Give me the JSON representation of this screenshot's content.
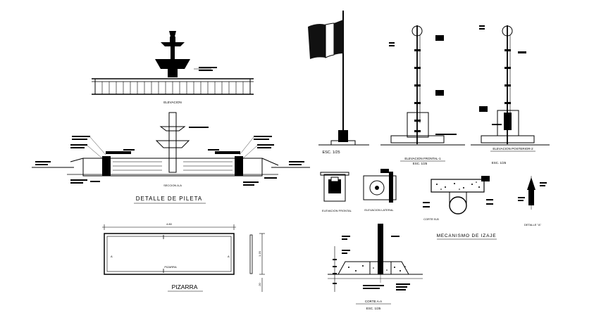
{
  "fountain": {
    "elevation_caption": "ELEVACION",
    "section_caption": "SECCION A-A",
    "detail_title": "DETALLE DE PILETA"
  },
  "flag": {
    "scale_label": "ESC. 1/25"
  },
  "poles": {
    "front_caption": "ELEVACION FRONTAL-1",
    "rear_caption": "ELEVACION POSTERIOR-2",
    "front_scale": "ESC. 1/25",
    "rear_scale": "ESC. 1/25"
  },
  "details": {
    "frontal_caption": "ELEVACION FRONTAL",
    "lateral_caption": "ELEVACION LATERAL",
    "cut_b_caption": "CORTE B-B",
    "mechanism_title": "MECANISMO DE IZAJE",
    "detail_a_caption": "DETALLE \"A\""
  },
  "board": {
    "width_dim": "4.80",
    "height_dim": "1.20",
    "side_dim": ".20",
    "inner_label": "PIZARRA",
    "title": "PIZARRA",
    "marker_a": "A"
  },
  "cut_a": {
    "caption": "CORTE A-A",
    "scale": "ESC. 1/25"
  }
}
